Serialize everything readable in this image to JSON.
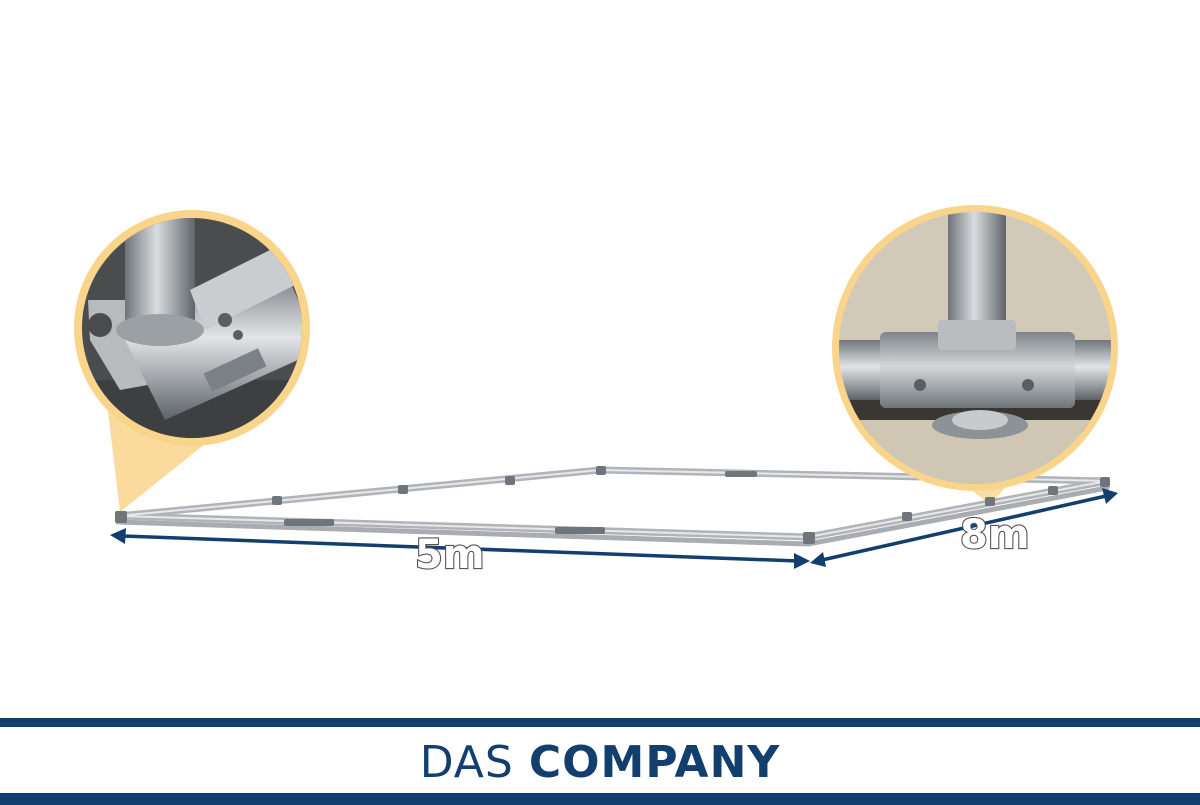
{
  "dimensions": {
    "length_label": "5m",
    "width_label": "8m"
  },
  "brand": {
    "word1": "DAS",
    "word2": "COMPANY"
  },
  "colors": {
    "brand_blue": "#123f6e",
    "callout_fill": "#f9d58c",
    "frame_steel": "#9ea3a8"
  },
  "icons": {
    "left_callout": "corner-joint-photo",
    "right_callout": "tee-joint-photo"
  }
}
